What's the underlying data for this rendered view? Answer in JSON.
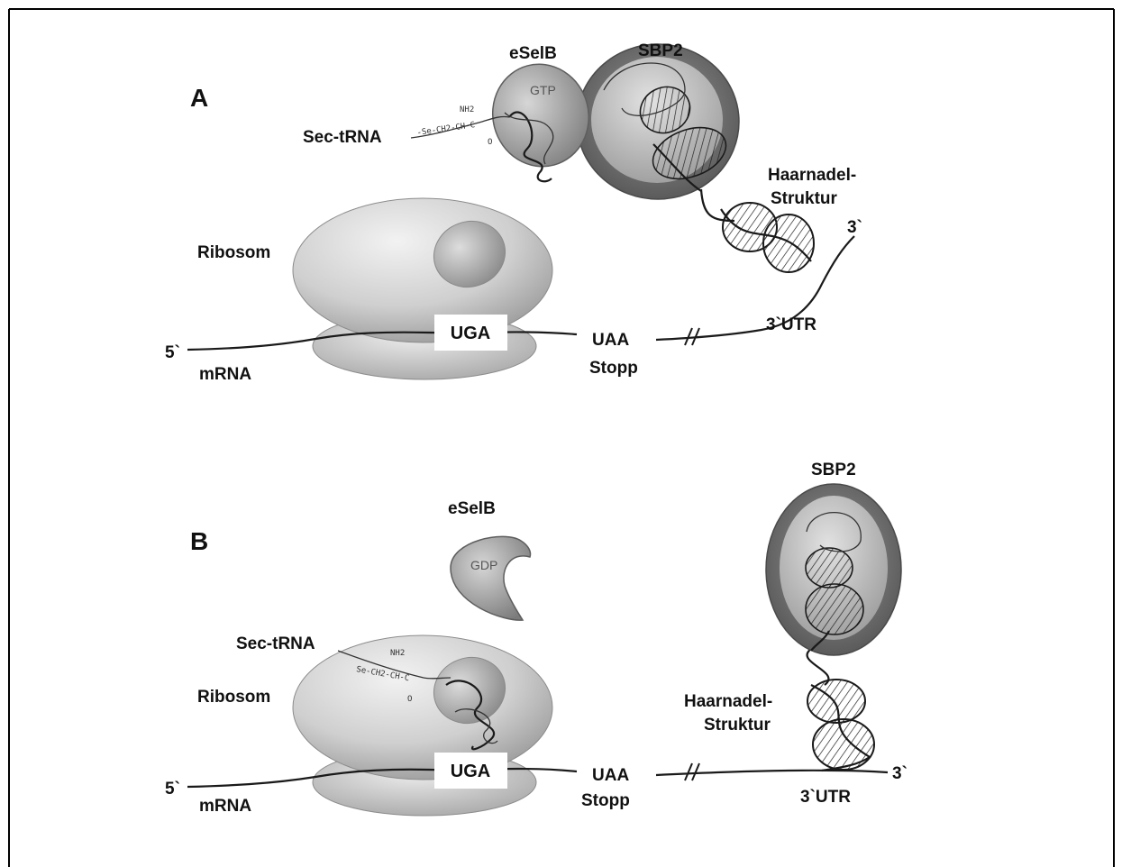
{
  "panel_a": {
    "letter": "A",
    "esel_label": "eSelB",
    "esel_state": "GTP",
    "sbp_label": "SBP2",
    "sec_trna_label": "Sec-tRNA",
    "hairpin_label_line1": "Haarnadel-",
    "hairpin_label_line2": "Struktur",
    "three_prime": "3`",
    "ribosom_label": "Ribosom",
    "utr_label": "3`UTR",
    "five_prime": "5`",
    "mrna_label": "mRNA",
    "uga_codon": "UGA",
    "uaa_codon": "UAA",
    "stop_label": "Stopp"
  },
  "panel_b": {
    "letter": "B",
    "esel_label": "eSelB",
    "esel_state": "GDP",
    "sbp_label": "SBP2",
    "sec_trna_label": "Sec-tRNA",
    "ribosom_label": "Ribosom",
    "hairpin_label_line1": "Haarnadel-",
    "hairpin_label_line2": "Struktur",
    "three_prime": "3`",
    "utr_label": "3`UTR",
    "five_prime": "5`",
    "mrna_label": "mRNA",
    "uga_codon": "UGA",
    "uaa_codon": "UAA",
    "stop_label": "Stopp"
  },
  "colors": {
    "ribosome": "#c4c4c4",
    "protein_outer": "#6e6e6e",
    "protein_inner": "#a8a8a8",
    "frame": "#000000"
  }
}
